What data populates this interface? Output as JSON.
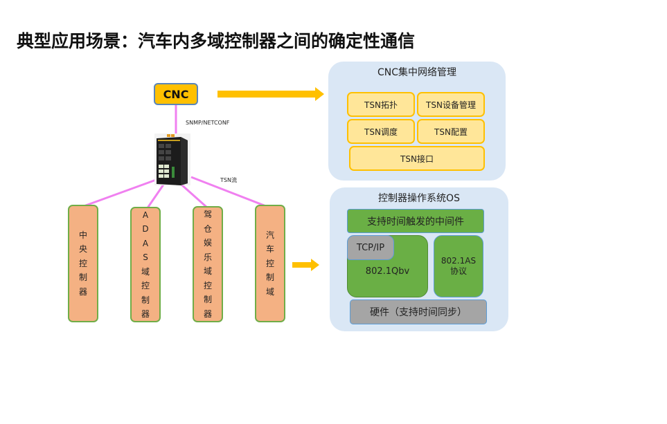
{
  "title": "典型应用场景：汽车内多域控制器之间的确定性通信",
  "colors": {
    "cnc_fill": "#ffc000",
    "arrow": "#ffc000",
    "link": "#f080f0",
    "controller_fill": "#f4b183",
    "controller_border": "#70ad47",
    "panel_bg": "#dae7f5",
    "tsn_box_fill": "#ffe699",
    "os_green": "#6aaf45",
    "os_gray": "#a5a5a5"
  },
  "left": {
    "cnc_label": "CNC",
    "protocol_label": "SNMP/NETCONF",
    "stream_label": "TSN流",
    "switch_icon": "tsn-switch-device",
    "controllers": [
      {
        "name": "central",
        "chars": [
          "中",
          "央",
          "控",
          "制",
          "器"
        ]
      },
      {
        "name": "adas",
        "chars": [
          "A",
          "D",
          "A",
          "S",
          "域",
          "控",
          "制",
          "器"
        ]
      },
      {
        "name": "cockpit",
        "chars": [
          "驾",
          "仓",
          "娱",
          "乐",
          "域",
          "控",
          "制",
          "器"
        ]
      },
      {
        "name": "vehicle",
        "chars": [
          "汽",
          "车",
          "控",
          "制",
          "域"
        ]
      }
    ]
  },
  "cnc_panel": {
    "title": "CNC集中网络管理",
    "boxes": [
      "TSN拓扑",
      "TSN设备管理",
      "TSN调度",
      "TSN配置",
      "TSN接口"
    ]
  },
  "os_panel": {
    "title": "控制器操作系统OS",
    "middleware": "支持时间触发的中间件",
    "tcpip": "TCP/IP",
    "qbv": "802.1Qbv",
    "as_line1": "802.1AS",
    "as_line2": "协议",
    "hardware": "硬件（支持时间同步）"
  }
}
